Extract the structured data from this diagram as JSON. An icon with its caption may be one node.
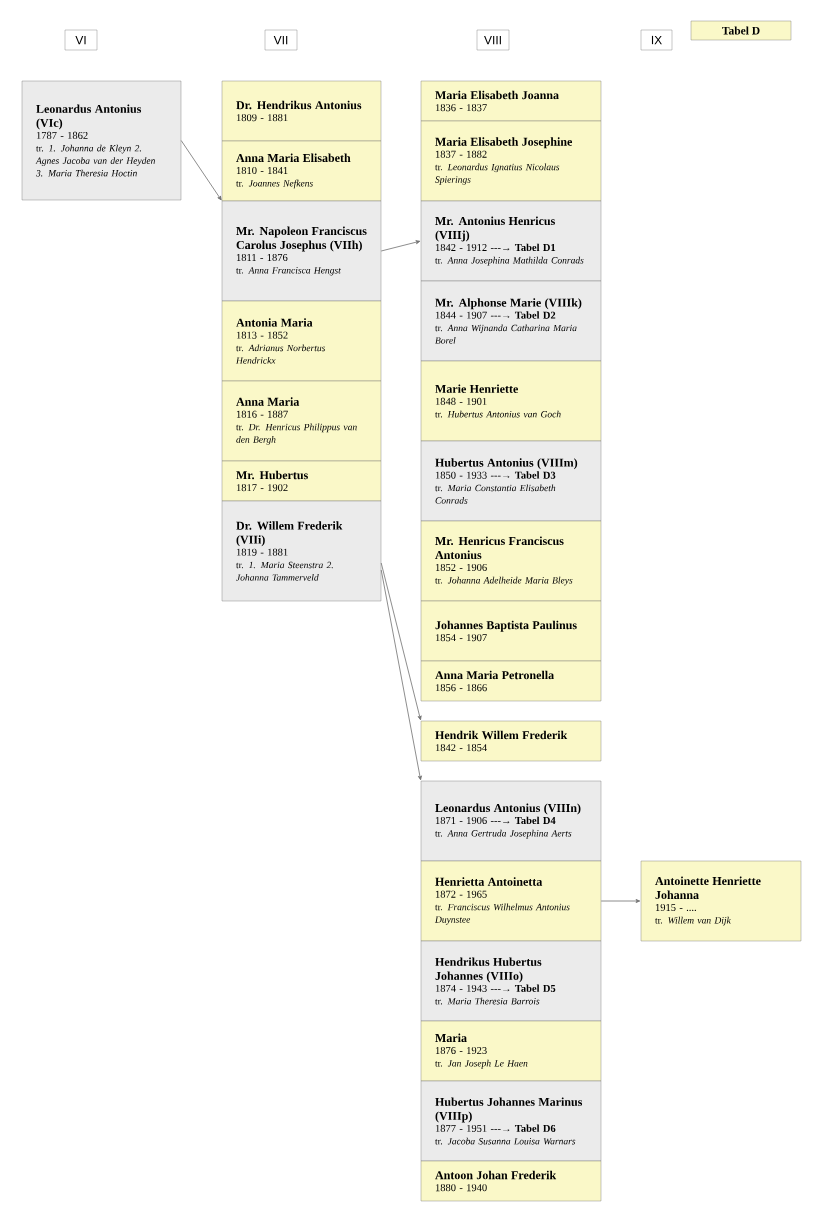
{
  "diagram": {
    "nodes": [
      {
        "text": [
          "VI"
        ]
      },
      {
        "text": [
          "VII"
        ]
      },
      {
        "text": [
          "VIII"
        ]
      },
      {
        "text": [
          "IX"
        ]
      },
      {
        "text": [
          "Tabel D"
        ]
      },
      {
        "text": [
          "Leonardus Antonius (VIc)",
          "1787 - 1862",
          "tr. *1. Johanna de Kleyn 2. Agnes Jacoba van der Heyden 3. Maria Theresia Hoctin*"
        ]
      },
      {
        "text": [
          "Dr. Hendrikus Antonius",
          "1809 - 1881"
        ]
      },
      {
        "text": [
          "Anna Maria Elisabeth",
          "1810 - 1841",
          "tr. *Joannes Nefkens*"
        ]
      },
      {
        "text": [
          "Mr. Napoleon Franciscus Carolus Josephus (VIIh)",
          "1811 - 1876",
          "tr. *Anna Francisca Hengst*"
        ]
      },
      {
        "text": [
          "Antonia Maria",
          "1813 - 1852",
          "tr. *Adrianus Norbertus Hendrickx*"
        ]
      },
      {
        "text": [
          "Anna Maria",
          "1816 - 1887",
          "tr. *Dr. Henricus Philippus van den Bergh*"
        ]
      },
      {
        "text": [
          "Mr. Hubertus",
          "1817 - 1902"
        ]
      },
      {
        "text": [
          "Dr. Willem Frederik (VIIi)",
          "1819 - 1881",
          "tr. *1. Maria Steenstra 2. Johanna Tammerveld*"
        ]
      },
      {
        "text": [
          "Maria Elisabeth Joanna",
          "1836 - 1837"
        ]
      },
      {
        "text": [
          "Maria Elisabeth Josephine",
          "1837 - 1882",
          "tr. *Leonardus Ignatius Nicolaus Spierings*"
        ]
      },
      {
        "text": [
          "Mr. Antonius Henricus (VIIIj)",
          "1842 - 1912 ---→ **Tabel D1**",
          "tr. *Anna Josephina Mathilda Conrads*"
        ]
      },
      {
        "text": [
          "Mr. Alphonse Marie (VIIIk)",
          "1844 - 1907 ---→ **Tabel D2**",
          "tr. *Anna Wijnanda Catharina Maria Borel*"
        ]
      },
      {
        "text": [
          "Marie Henriette",
          "1848 - 1901",
          "tr. *Hubertus Antonius van Goch*"
        ]
      },
      {
        "text": [
          "Hubertus Antonius (VIIIm)",
          "1850 - 1933 ---→ **Tabel D3**",
          "tr. *Maria Constantia Elisabeth Conrads*"
        ]
      },
      {
        "text": [
          "Mr. Henricus Franciscus Antonius",
          "1852 - 1906",
          "tr. *Johanna Adelheide Maria Bleys*"
        ]
      },
      {
        "text": [
          "Johannes Baptista Paulinus",
          "1854 - 1907"
        ]
      },
      {
        "text": [
          "Anna Maria Petronella",
          "1856 - 1866"
        ]
      },
      {
        "text": [
          "Hendrik Willem Frederik",
          "1842 - 1854"
        ]
      },
      {
        "text": [
          "Leonardus Antonius (VIIIn)",
          "1871 - 1906 ---→ **Tabel D4**",
          "tr. *Anna Gertruda Josephina Aerts*"
        ]
      },
      {
        "text": [
          "Henrietta Antoinetta",
          "1872 - 1965",
          "tr. *Franciscus Wilhelmus Antonius Duynstee*"
        ]
      },
      {
        "text": [
          "Hendrikus Hubertus Johannes (VIIIo)",
          "1874 - 1943 ---→ **Tabel D5**",
          "tr. *Maria Theresia Barrois*"
        ]
      },
      {
        "text": [
          "Maria",
          "1876 - 1923",
          "tr. *Jan Joseph Le Haen*"
        ]
      },
      {
        "text": [
          "Hubertus Johannes Marinus (VIIIp)",
          "1877 - 1951 ---→ **Tabel D6**",
          "tr. *Jacoba Susanna Louisa Warnars*"
        ]
      },
      {
        "text": [
          "Antoon Johan Frederik",
          "1880 - 1940"
        ]
      },
      {
        "text": [
          "Antoinette Henriette Johanna",
          "1915 - ....",
          "tr. *Willem van Dijk*"
        ]
      }
    ],
    "edges": [
      {
        "from": 5,
        "to": 8,
        "arrow": "to"
      },
      {
        "from": 8,
        "to": 15,
        "arrow": "to"
      },
      {
        "from": 12,
        "to": 22,
        "arrow": "to"
      },
      {
        "from": 12,
        "to": 23,
        "arrow": "to"
      },
      {
        "from": 24,
        "to": 29,
        "arrow": "to"
      }
    ]
  }
}
